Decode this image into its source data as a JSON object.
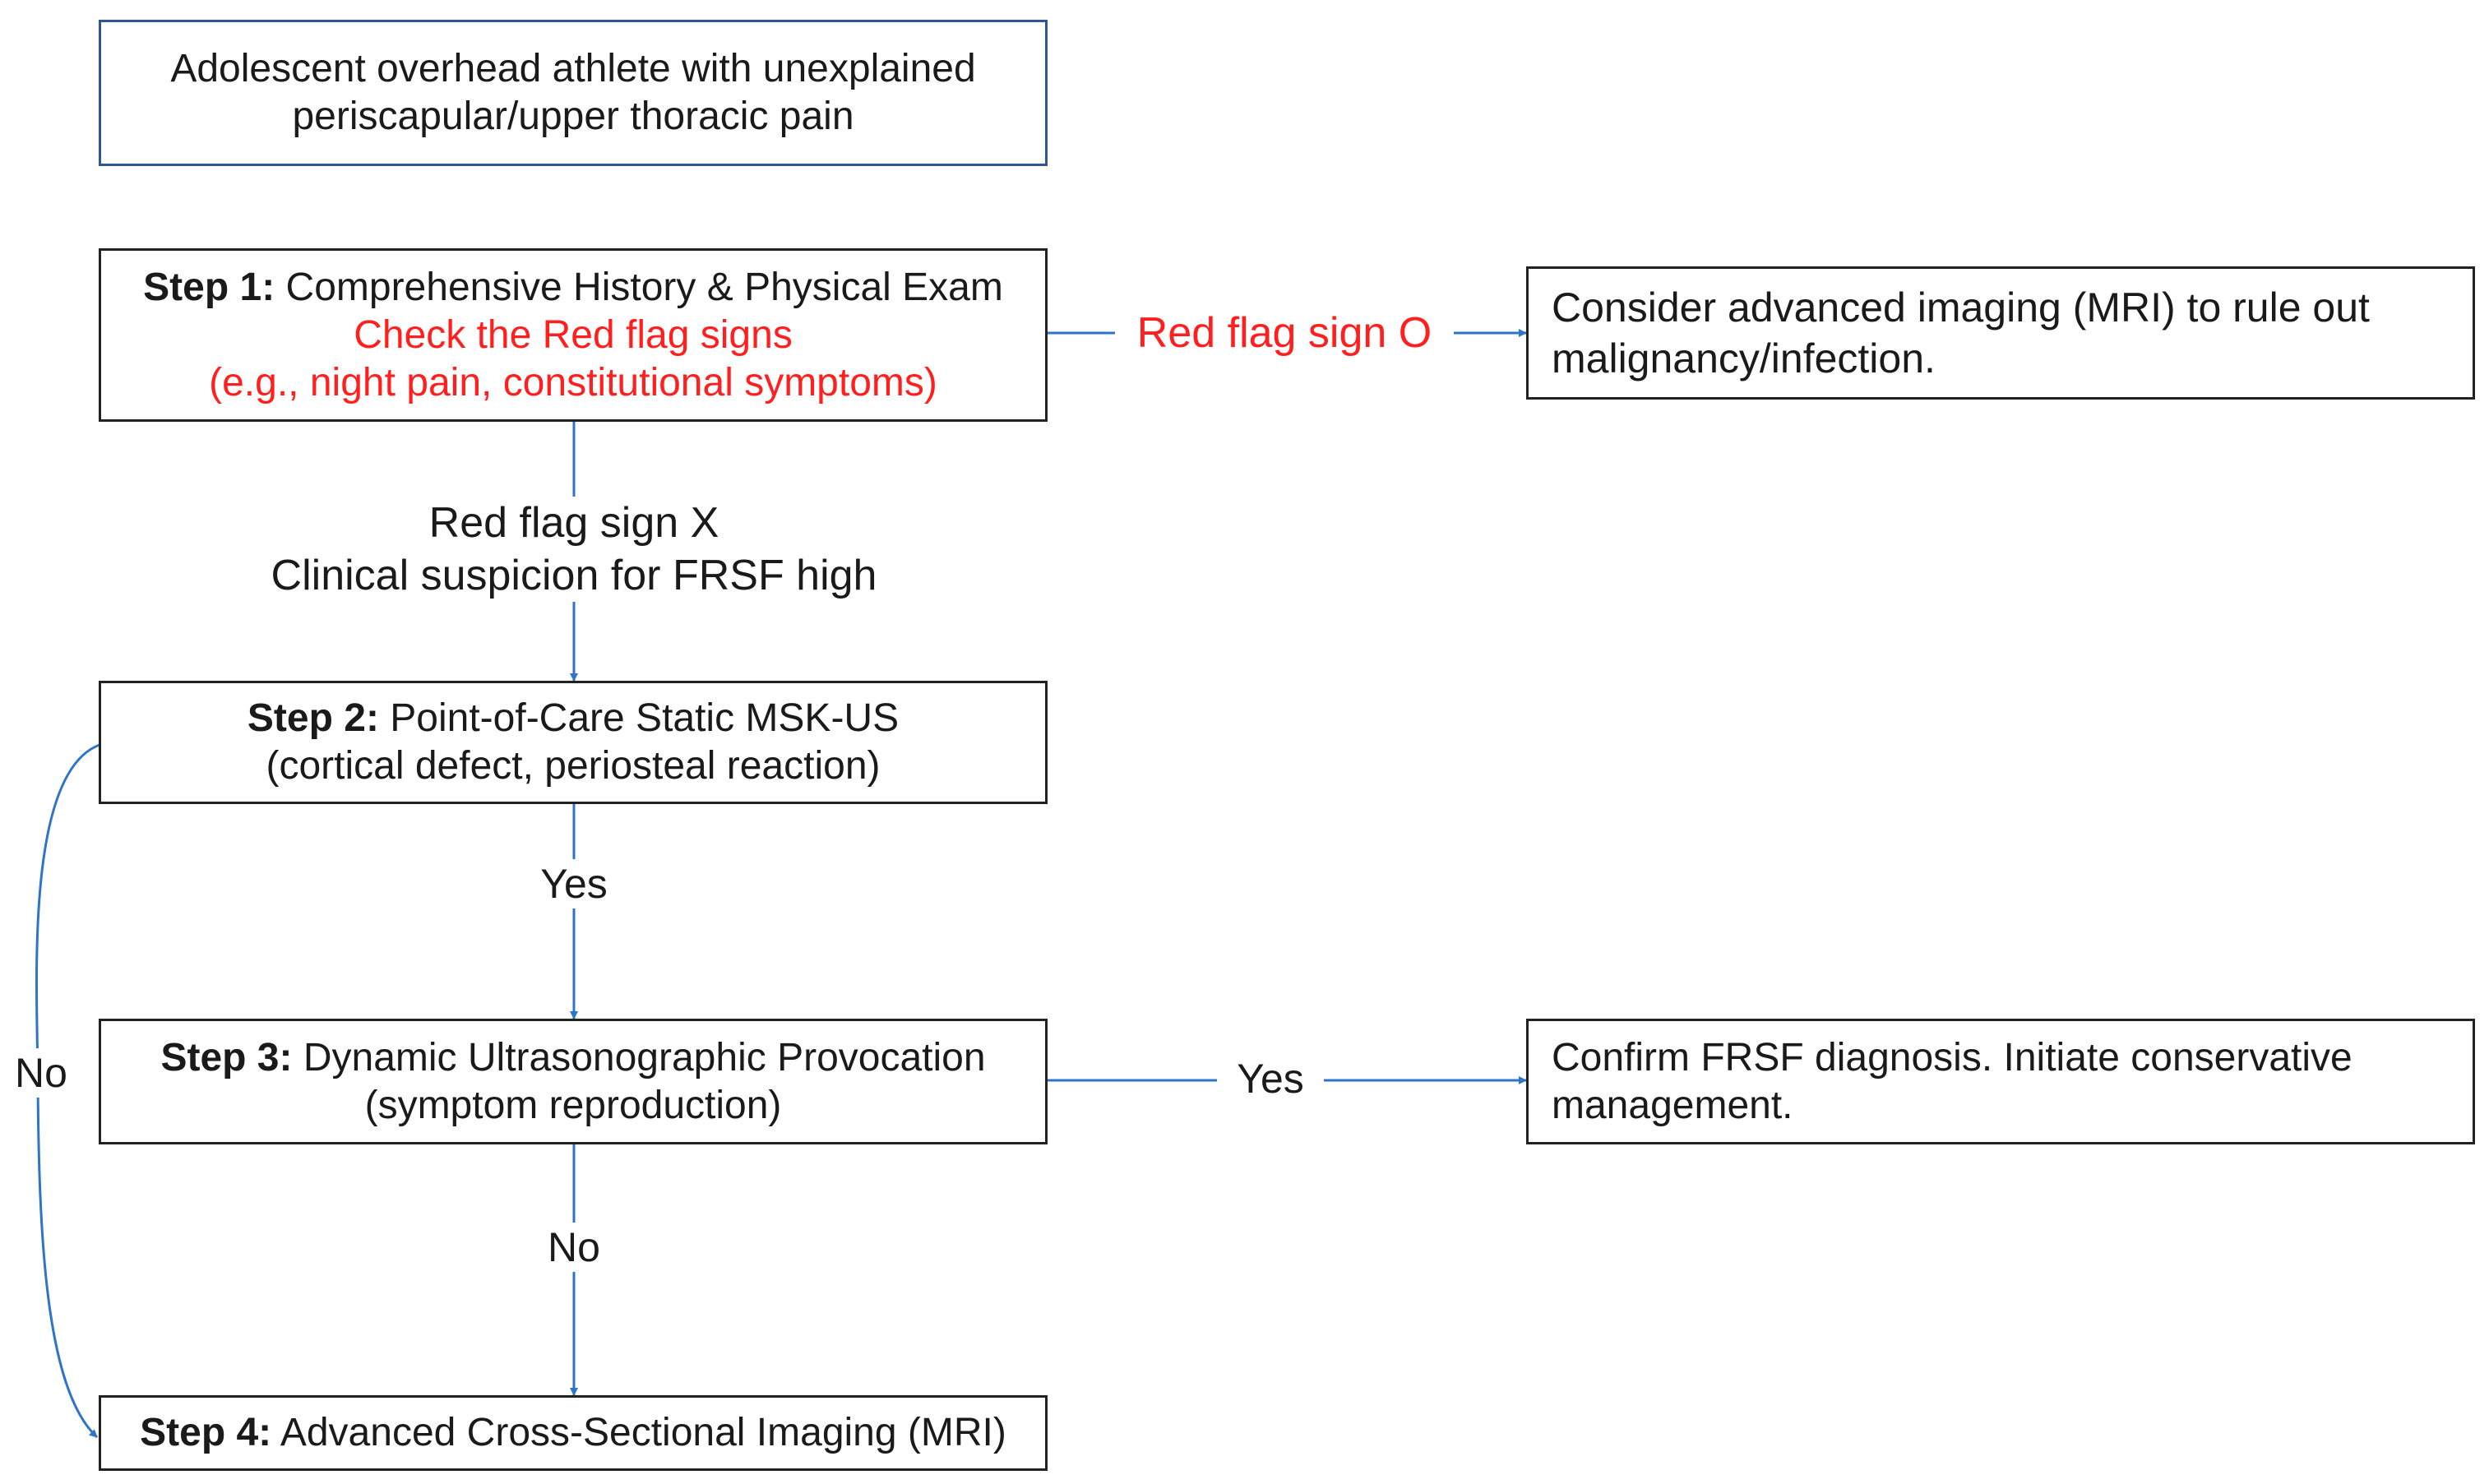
{
  "start": {
    "line1": "Adolescent overhead athlete with unexplained",
    "line2": "periscapular/upper thoracic pain"
  },
  "step1": {
    "step_label": "Step 1:",
    "title": "Comprehensive History & Physical Exam",
    "red_line1": "Check the Red flag signs",
    "red_line2": "(e.g., night pain, constitutional symptoms)"
  },
  "red_flag_o": {
    "edge_label": "Red flag sign O",
    "outcome_line1": "Consider advanced imaging (MRI) to rule out",
    "outcome_line2": "malignancy/infection."
  },
  "red_flag_x": {
    "line1": "Red flag sign X",
    "line2": "Clinical suspicion for FRSF high"
  },
  "step2": {
    "step_label": "Step 2:",
    "title": "Point-of-Care Static MSK-US",
    "line2": "(cortical defect, periosteal reaction)"
  },
  "edge_yes_2_3": "Yes",
  "step3": {
    "step_label": "Step 3:",
    "title": "Dynamic Ultrasonographic Provocation",
    "line2": "(symptom reproduction)"
  },
  "edge_yes_3_confirm": "Yes",
  "confirm": {
    "line1": "Confirm FRSF diagnosis. Initiate conservative",
    "line2": "management."
  },
  "edge_no_3_4": "No",
  "edge_no_2_4": "No",
  "step4": {
    "step_label": "Step 4:",
    "title": "Advanced Cross-Sectional Imaging (MRI)"
  },
  "colors": {
    "arrow": "#2e75c9",
    "red": "#ff1f1f",
    "start_border": "#2f5597",
    "box_border": "#222222"
  }
}
